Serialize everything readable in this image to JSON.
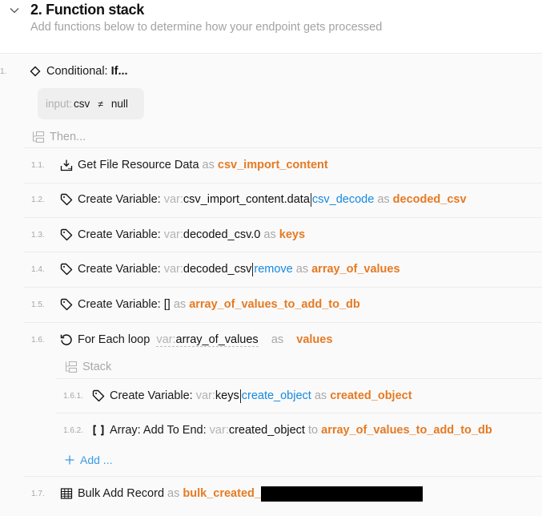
{
  "header": {
    "title": "2. Function stack",
    "subtitle": "Add functions below to determine how your endpoint gets processed",
    "collapse_icon": "chevron-down-icon"
  },
  "colors": {
    "alias": "#e67a23",
    "filter": "#1589e0",
    "keyword": "#a8a8a8",
    "background": "#fafafa",
    "add_link": "#3b9be6"
  },
  "conditional": {
    "number": "1.",
    "icon": "diamond-icon",
    "label": "Conditional:",
    "label_bold": "If...",
    "condition": {
      "prefix": "input:",
      "left": "csv",
      "operator": "≠",
      "right": "null"
    },
    "then_label": "Then..."
  },
  "steps": [
    {
      "number": "1.1.",
      "icon": "download-icon",
      "label": "Get File Resource Data",
      "as": "as",
      "alias": "csv_import_content"
    },
    {
      "number": "1.2.",
      "icon": "tag-icon",
      "label": "Create Variable:",
      "var_prefix": "var:",
      "value": "csv_import_content.data",
      "filter": "csv_decode",
      "as": "as",
      "alias": "decoded_csv"
    },
    {
      "number": "1.3.",
      "icon": "tag-icon",
      "label": "Create Variable:",
      "var_prefix": "var:",
      "value": "decoded_csv.0",
      "as": "as",
      "alias": "keys"
    },
    {
      "number": "1.4.",
      "icon": "tag-icon",
      "label": "Create Variable:",
      "var_prefix": "var:",
      "value": "decoded_csv",
      "filter": "remove",
      "as": "as",
      "alias": "array_of_values"
    },
    {
      "number": "1.5.",
      "icon": "tag-icon",
      "label": "Create Variable:",
      "value": "[]",
      "as": "as",
      "alias": "array_of_values_to_add_to_db"
    },
    {
      "number": "1.6.",
      "icon": "loop-icon",
      "label": "For Each loop",
      "var_prefix": "var:",
      "value": "array_of_values",
      "as": "as",
      "alias": "values"
    }
  ],
  "loop": {
    "stack_label": "Stack",
    "steps": [
      {
        "number": "1.6.1.",
        "icon": "tag-icon",
        "label": "Create Variable:",
        "var_prefix": "var:",
        "value": "keys",
        "filter": "create_object",
        "as": "as",
        "alias": "created_object"
      },
      {
        "number": "1.6.2.",
        "icon": "array-brackets-icon",
        "label": "Array: Add To End:",
        "var_prefix": "var:",
        "value": "created_object",
        "to": "to",
        "alias": "array_of_values_to_add_to_db"
      }
    ],
    "add_label": "Add ..."
  },
  "final_step": {
    "number": "1.7.",
    "icon": "table-icon",
    "label": "Bulk Add Record",
    "as": "as",
    "alias": "bulk_created_"
  }
}
